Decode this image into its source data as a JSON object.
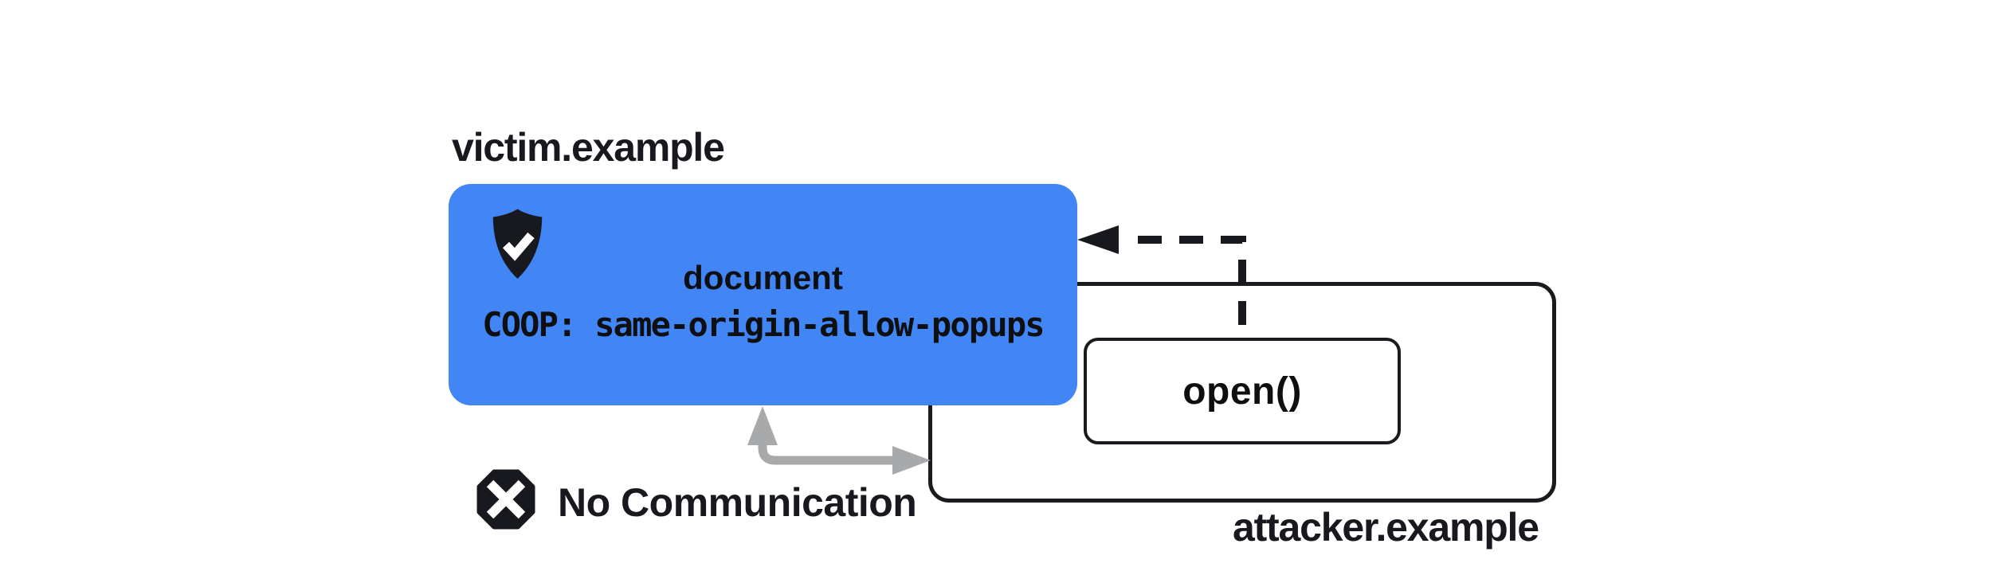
{
  "colors": {
    "background": "#ffffff",
    "accent_blue": "#4285f4",
    "ink_black": "#17191e",
    "line_black": "#1a1b1e",
    "arrow_gray": "#a8a9ab",
    "text_on_blue": "#0e0f10"
  },
  "victim": {
    "domain_label": "victim.example",
    "card_title": "document",
    "coop_header": "COOP: same-origin-allow-popups",
    "badge_icon": "shield-check-icon"
  },
  "attacker": {
    "domain_label": "attacker.example",
    "popup_call": "open()"
  },
  "relationship": {
    "no_communication_label": "No Communication",
    "blocked_icon": "blocked-x-icon",
    "opener_reference_arrow": "dashed-opener-arrow",
    "blocked_channel_arrow": "gray-two-way-arrow"
  }
}
